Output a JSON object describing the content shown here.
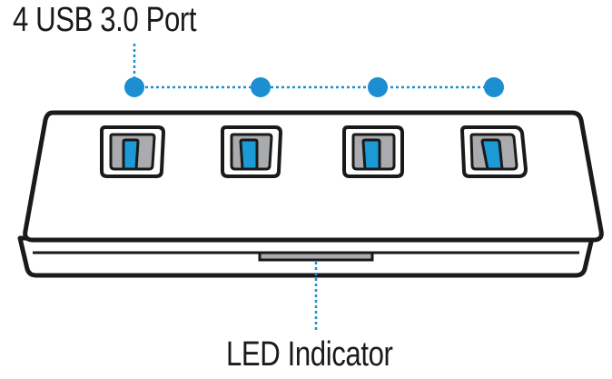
{
  "labels": {
    "ports": "4 USB 3.0 Port",
    "led": "LED Indicator"
  },
  "colors": {
    "accent": "#1b8fd2",
    "port_blue": "#1b9ad6",
    "port_gray": "#a9abae",
    "outline": "#1a1a1a",
    "body": "#ffffff"
  },
  "ports": [
    {
      "name": "usb-port-1"
    },
    {
      "name": "usb-port-2"
    },
    {
      "name": "usb-port-3"
    },
    {
      "name": "usb-port-4"
    }
  ]
}
